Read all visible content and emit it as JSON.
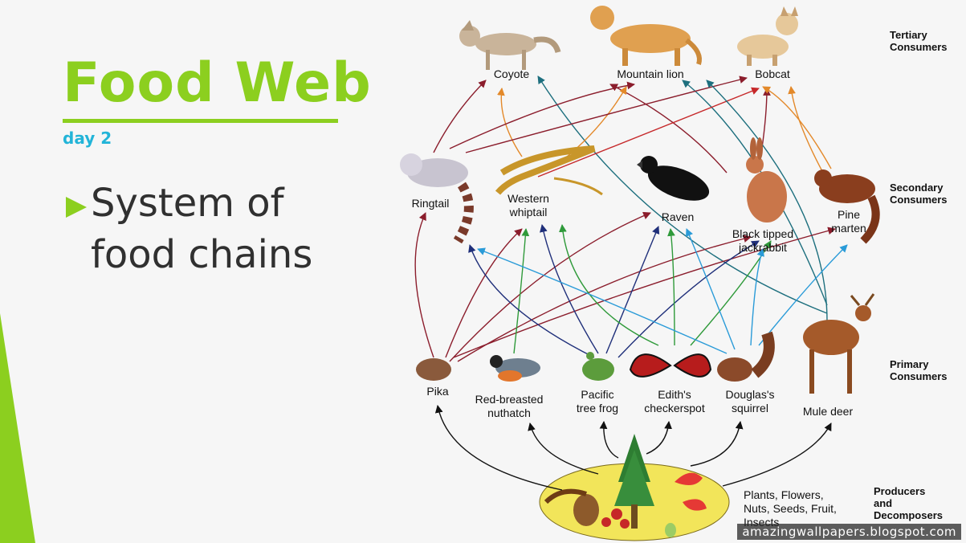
{
  "slide": {
    "title": "Food Web",
    "subtitle": "day 2",
    "bullet": "System of food chains"
  },
  "levels": {
    "tertiary": [
      "Tertiary",
      "Consumers"
    ],
    "secondary": [
      "Secondary",
      "Consumers"
    ],
    "primary": [
      "Primary",
      "Consumers"
    ],
    "producers": [
      "Producers",
      "and",
      "Decomposers"
    ]
  },
  "organisms": {
    "coyote": "Coyote",
    "mountain_lion": "Mountain lion",
    "bobcat": "Bobcat",
    "ringtail": "Ringtail",
    "western_whiptail": [
      "Western",
      "whiptail"
    ],
    "raven": "Raven",
    "black_tipped_jackrabbit": [
      "Black tipped",
      "jackrabbit"
    ],
    "pine_marten": [
      "Pine",
      "marten"
    ],
    "pika": "Pika",
    "red_breasted_nuthatch": [
      "Red-breasted",
      "nuthatch"
    ],
    "pacific_tree_frog": [
      "Pacific",
      "tree frog"
    ],
    "ediths_checkerspot": [
      "Edith's",
      "checkerspot"
    ],
    "douglass_squirrel": [
      "Douglas's",
      "squirrel"
    ],
    "mule_deer": "Mule deer",
    "producers": [
      "Plants, Flowers,",
      "Nuts, Seeds, Fruit,",
      "Insects"
    ]
  },
  "watermark": "amazingwallpapers.blogspot.com",
  "colors": {
    "title_green": "#8ccf1f",
    "subtitle_blue": "#22b4d8",
    "arrow_maroon": "#8b1d2c",
    "arrow_navy": "#1f2f7a",
    "arrow_teal": "#1d6f7e",
    "arrow_green": "#2f9a3a",
    "arrow_sky": "#2a9bd8",
    "arrow_orange": "#e3892a",
    "arrow_red": "#c6282a",
    "arrow_black": "#111111"
  },
  "icons": [
    "coyote-icon",
    "mountain-lion-icon",
    "bobcat-icon",
    "ringtail-icon",
    "lizard-icon",
    "raven-icon",
    "jackrabbit-icon",
    "pine-marten-icon",
    "pika-icon",
    "nuthatch-icon",
    "frog-icon",
    "butterfly-icon",
    "squirrel-icon",
    "deer-icon",
    "plants-icon"
  ]
}
